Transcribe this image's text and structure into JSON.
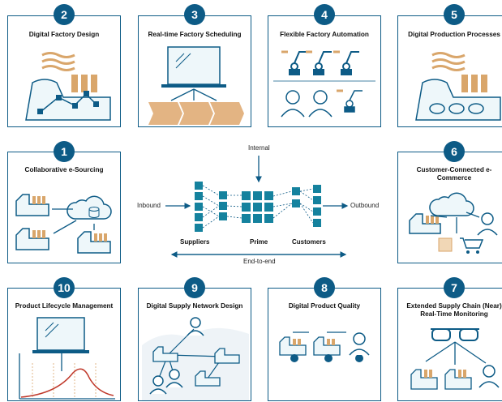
{
  "cards": {
    "c2": {
      "num": "2",
      "title": "Digital Factory Design"
    },
    "c3": {
      "num": "3",
      "title": "Real-time Factory Scheduling"
    },
    "c4": {
      "num": "4",
      "title": "Flexible Factory Automation"
    },
    "c5": {
      "num": "5",
      "title": "Digital Production Processes"
    },
    "c1": {
      "num": "1",
      "title": "Collaborative e-Sourcing"
    },
    "c6": {
      "num": "6",
      "title": "Customer-Connected e-Commerce"
    },
    "c10": {
      "num": "10",
      "title": "Product Lifecycle Management"
    },
    "c9": {
      "num": "9",
      "title": "Digital Supply Network Design"
    },
    "c8": {
      "num": "8",
      "title": "Digital Product Quality"
    },
    "c7": {
      "num": "7",
      "title": "Extended Supply Chain (Near) Real-Time Monitoring"
    }
  },
  "center": {
    "internal": "Internal",
    "inbound": "Inbound",
    "outbound": "Outbound",
    "suppliers": "Suppliers",
    "prime": "Prime",
    "customers": "Customers",
    "end_to_end": "End-to-end"
  },
  "colors": {
    "navy": "#0d5b86",
    "teal": "#15829e",
    "tan": "#d9a66b"
  }
}
